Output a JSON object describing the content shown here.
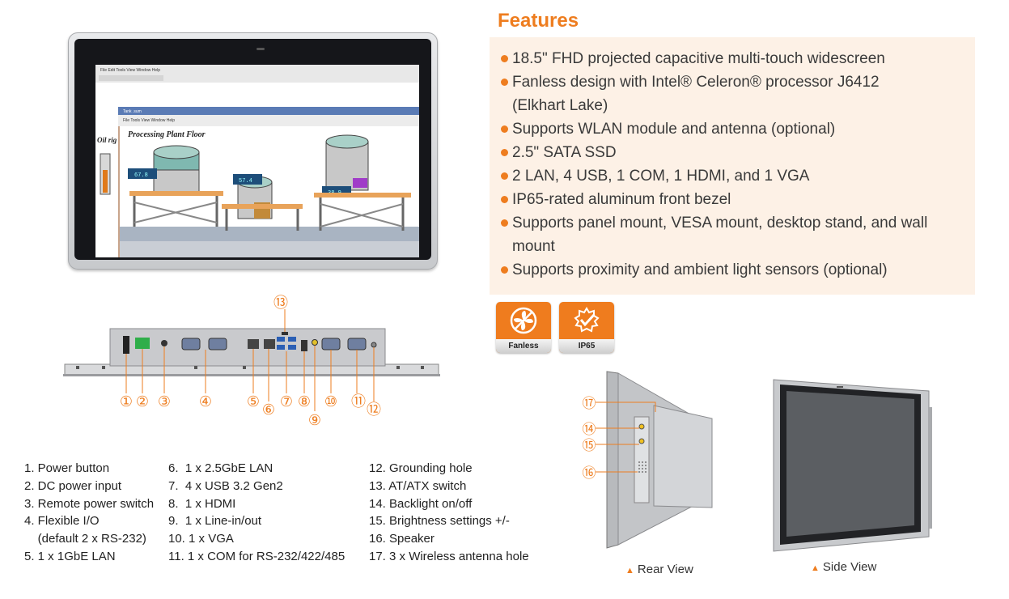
{
  "screen": {
    "window_back_menu": "File  Edit  Tools  View  Window  Help",
    "window_front_menu": "File  Tools  View  Window  Help",
    "window_front_title": "Tank .sum",
    "side_text": "Oil rig",
    "title": "Processing Plant Floor",
    "tanks": [
      {
        "readout": "67.8"
      },
      {
        "readout": "57.4"
      },
      {
        "readout": "38.9"
      }
    ]
  },
  "features": {
    "title": "Features",
    "items": [
      {
        "line1": "18.5\" FHD projected capacitive multi-touch widescreen",
        "line2": ""
      },
      {
        "line1": "Fanless design with Intel® Celeron® processor J6412",
        "line2": "(Elkhart Lake)"
      },
      {
        "line1": "Supports WLAN module and antenna (optional)",
        "line2": ""
      },
      {
        "line1": "2.5\" SATA SSD",
        "line2": ""
      },
      {
        "line1": "2 LAN, 4 USB, 1 COM, 1 HDMI, and 1 VGA",
        "line2": ""
      },
      {
        "line1": "IP65-rated aluminum front bezel",
        "line2": ""
      },
      {
        "line1": "Supports panel mount, VESA mount, desktop stand, and wall",
        "line2": "mount"
      },
      {
        "line1": "Supports proximity and ambient light sensors (optional)",
        "line2": ""
      }
    ]
  },
  "badges": [
    {
      "label": "Fanless",
      "icon": "fan-icon"
    },
    {
      "label": "IP65",
      "icon": "ip65-shield-icon"
    }
  ],
  "io_callouts": [
    "①",
    "②",
    "③",
    "④",
    "⑤",
    "⑥",
    "⑦",
    "⑧",
    "⑨",
    "⑩",
    "⑪",
    "⑫",
    "⑬"
  ],
  "rear_callouts": [
    "⑰",
    "⑭",
    "⑮",
    "⑯"
  ],
  "legend": {
    "col1": [
      "1. Power button",
      "2. DC power input",
      "3. Remote power switch",
      "4. Flexible I/O",
      "    (default 2 x RS-232)",
      "5. 1 x 1GbE LAN"
    ],
    "col2": [
      "6.  1 x 2.5GbE LAN",
      "7.  4 x USB 3.2 Gen2",
      "8.  1 x HDMI",
      "9.  1 x Line-in/out",
      "10. 1 x VGA",
      "11. 1 x COM for RS-232/422/485"
    ],
    "col3": [
      "12. Grounding hole",
      "13. AT/ATX switch",
      "14. Backlight on/off",
      "15. Brightness settings +/-",
      "16. Speaker",
      "17. 3 x Wireless antenna hole"
    ]
  },
  "captions": {
    "rear": "Rear View",
    "side": "Side View"
  },
  "colors": {
    "accent": "#ee7d1f",
    "feature_bg": "#fdf1e6"
  }
}
